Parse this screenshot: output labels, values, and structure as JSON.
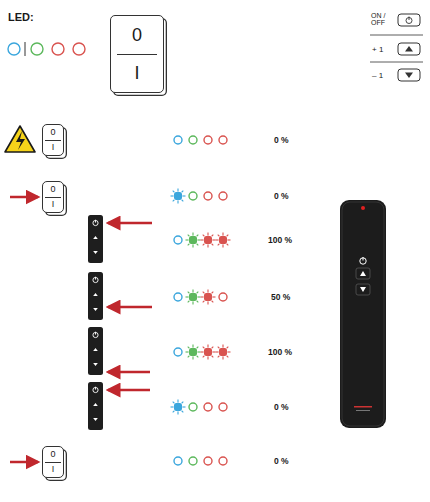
{
  "diagram": {
    "nodes": [
      {
        "text": [
          "0",
          "I"
        ]
      },
      {
        "text": [
          "0",
          "I"
        ]
      },
      {
        "text": [
          "0",
          "I"
        ]
      },
      {
        "text": [
          "0",
          "I"
        ]
      }
    ],
    "labels": [
      "LED:",
      "ON / OFF",
      "+ 1",
      "– 1",
      "0 %",
      "0 %",
      "100 %",
      "50 %",
      "100 %",
      "0 %",
      "0 %"
    ]
  }
}
